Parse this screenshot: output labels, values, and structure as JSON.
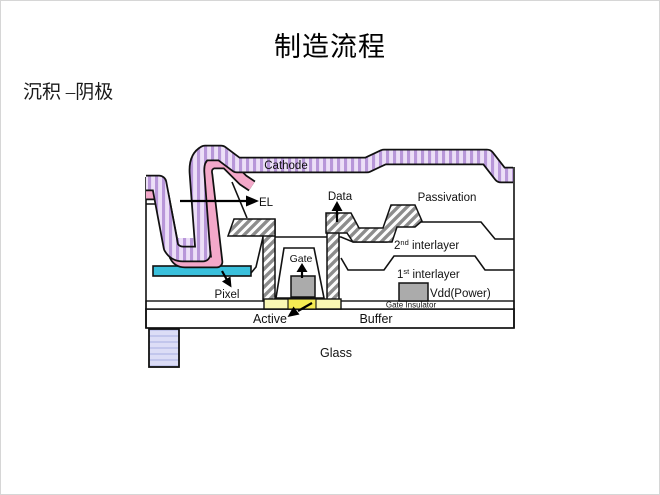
{
  "slide": {
    "title": "制造流程",
    "subtitle": "沉积 –阴极"
  },
  "diagram": {
    "labels": {
      "cathode": "Cathode",
      "el": "EL",
      "data": "Data",
      "passivation": "Passivation",
      "interlayer2": {
        "num": "2",
        "sup": "nd",
        "rest": " interlayer"
      },
      "interlayer1": {
        "num": "1",
        "sup": "st",
        "rest": " interlayer"
      },
      "pixel": "Pixel",
      "gate": "Gate",
      "vdd": "Vdd(Power)",
      "gate_insulator": "Gate Insulator",
      "active": "Active",
      "buffer": "Buffer",
      "glass": "Glass"
    },
    "colors": {
      "cathode_stripe": "#b897d9",
      "cathode_stripe_bg": "#ecdff7",
      "el_pink": "#f3a8c9",
      "pixel_cyan": "#3ac0dc",
      "active_yellow_pale": "#f9f7b4",
      "active_yellow_bright": "#f5ec53",
      "metal_gray": "#ababab",
      "hatch_gray": "#8c8c8c",
      "glass_lavender": "#dcddf6",
      "outline": "#111111"
    }
  }
}
